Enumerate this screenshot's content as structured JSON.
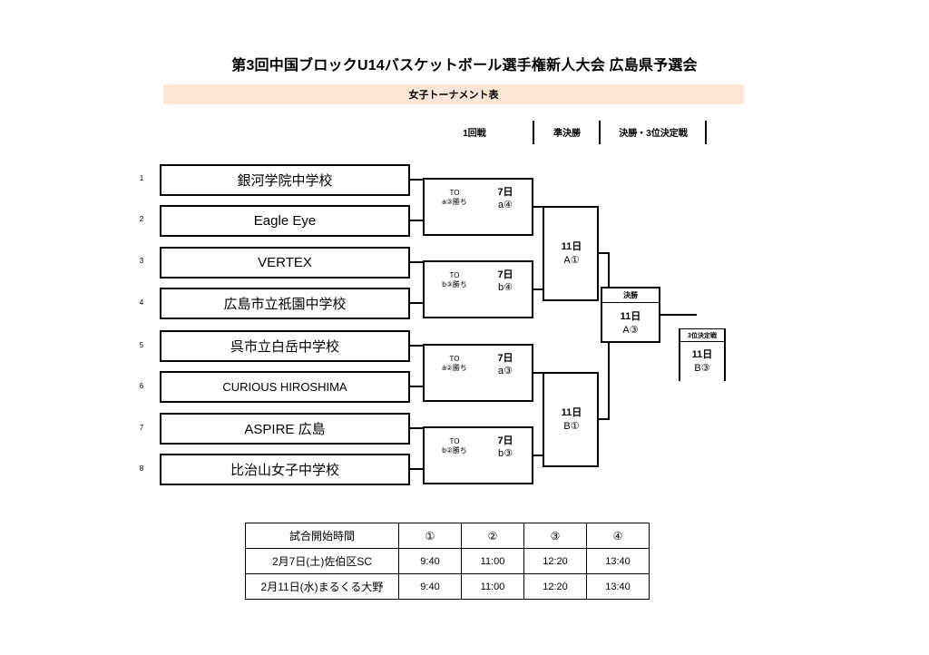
{
  "title": "第3回中国ブロックU14バスケットボール選手権新人大会  広島県予選会",
  "subtitle": "女子トーナメント表",
  "rounds": [
    {
      "label": "1回戦"
    },
    {
      "label": "準決勝"
    },
    {
      "label": "決勝・3位決定戦"
    }
  ],
  "teams": [
    {
      "seed": "1",
      "name": "銀河学院中学校"
    },
    {
      "seed": "2",
      "name": "Eagle Eye"
    },
    {
      "seed": "3",
      "name": "VERTEX"
    },
    {
      "seed": "4",
      "name": "広島市立祇園中学校"
    },
    {
      "seed": "5",
      "name": "呉市立白岳中学校"
    },
    {
      "seed": "6",
      "name": "CURIOUS HIROSHIMA"
    },
    {
      "seed": "7",
      "name": "ASPIRE 広島"
    },
    {
      "seed": "8",
      "name": "比治山女子中学校"
    }
  ],
  "round1": [
    {
      "to_line1": "TO",
      "to_line2": "a③勝ち",
      "day": "7日",
      "slot": "a④"
    },
    {
      "to_line1": "TO",
      "to_line2": "b③勝ち",
      "day": "7日",
      "slot": "b④"
    },
    {
      "to_line1": "TO",
      "to_line2": "a②勝ち",
      "day": "7日",
      "slot": "a③"
    },
    {
      "to_line1": "TO",
      "to_line2": "b②勝ち",
      "day": "7日",
      "slot": "b③"
    }
  ],
  "semifinals": [
    {
      "day": "11日",
      "slot": "A①"
    },
    {
      "day": "11日",
      "slot": "B①"
    }
  ],
  "final": {
    "header": "決勝",
    "day": "11日",
    "slot": "A③"
  },
  "third_place": {
    "header": "3位決定戦",
    "day": "11日",
    "slot": "B③"
  },
  "schedule": {
    "header": [
      "試合開始時間",
      "①",
      "②",
      "③",
      "④"
    ],
    "rows": [
      {
        "label": "2月7日(土)佐伯区SC",
        "times": [
          "9:40",
          "11:00",
          "12:20",
          "13:40"
        ]
      },
      {
        "label": "2月11日(水)まるくる大野",
        "times": [
          "9:40",
          "11:00",
          "12:20",
          "13:40"
        ]
      }
    ]
  },
  "colors": {
    "band": "#fce6d8",
    "line": "#000000",
    "background": "#ffffff"
  }
}
